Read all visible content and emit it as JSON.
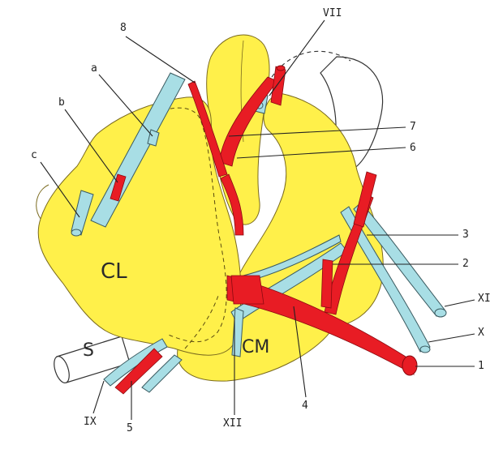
{
  "colors": {
    "muscle": "#FFF04A",
    "muscle_outline": "#7a6a1e",
    "artery": "#E81C24",
    "nerve": "#A8DEE5",
    "nerve_outline": "#3a5a60",
    "leader": "#222222"
  },
  "organ_labels": {
    "cl": "CL",
    "cm": "CM",
    "s": "S"
  },
  "labels": {
    "a": "a",
    "b": "b",
    "c": "c",
    "n8": "8",
    "n7": "7",
    "n6": "6",
    "n3": "3",
    "n2": "2",
    "n1": "1",
    "n4": "4",
    "n5": "5",
    "vii": "VII",
    "xi": "XI",
    "x": "X",
    "ix": "IX",
    "xii": "XII"
  }
}
